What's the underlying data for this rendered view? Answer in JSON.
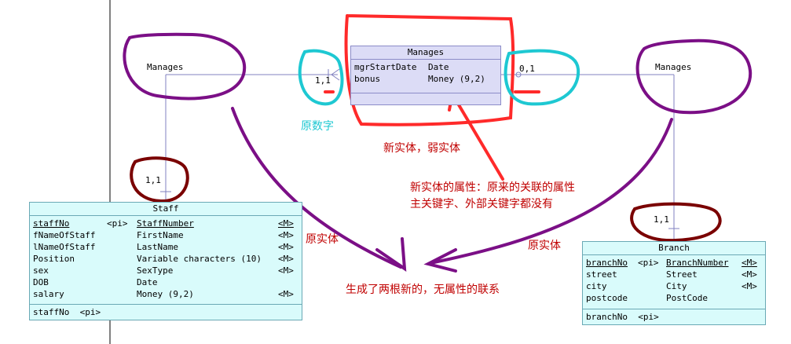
{
  "relationships": {
    "left": "Manages",
    "right": "Manages"
  },
  "cardinalities": {
    "left_entity_side": "1,1",
    "left_manages_side": "1,1",
    "right_manages_side": "0,1",
    "right_branch_side": "1,1"
  },
  "manages_entity": {
    "title": "Manages",
    "attributes": [
      {
        "name": "mgrStartDate",
        "type": "Date"
      },
      {
        "name": "bonus",
        "type": "Money (9,2)"
      }
    ]
  },
  "staff_entity": {
    "title": "Staff",
    "attributes": [
      {
        "name": "staffNo",
        "pi": "<pi>",
        "type": "StaffNumber",
        "m": "<M>"
      },
      {
        "name": "fNameOfStaff",
        "pi": "",
        "type": "FirstName",
        "m": "<M>"
      },
      {
        "name": "lNameOfStaff",
        "pi": "",
        "type": "LastName",
        "m": "<M>"
      },
      {
        "name": "Position",
        "pi": "",
        "type": "Variable characters (10)",
        "m": "<M>"
      },
      {
        "name": "sex",
        "pi": "",
        "type": "SexType",
        "m": "<M>"
      },
      {
        "name": "DOB",
        "pi": "",
        "type": "Date",
        "m": ""
      },
      {
        "name": "salary",
        "pi": "",
        "type": "Money (9,2)",
        "m": "<M>"
      }
    ],
    "identifier": "staffNo  <pi>"
  },
  "branch_entity": {
    "title": "Branch",
    "attributes": [
      {
        "name": "branchNo",
        "pi": "<pi>",
        "type": "BranchNumber",
        "m": "<M>"
      },
      {
        "name": "street",
        "pi": "",
        "type": "Street",
        "m": "<M>"
      },
      {
        "name": "city",
        "pi": "",
        "type": "City",
        "m": "<M>"
      },
      {
        "name": "postcode",
        "pi": "",
        "type": "PostCode",
        "m": ""
      }
    ],
    "identifier": "branchNo  <pi>"
  },
  "annotations": {
    "original_number": "原数字",
    "new_entity": "新实体，弱实体",
    "new_entity_attr_line1": "新实体的属性：原来的关联的属性",
    "new_entity_attr_line2": "主关键字、外部关键字都没有",
    "original_entity_left": "原实体",
    "original_entity_right": "原实体",
    "result": "生成了两根新的，无属性的联系"
  },
  "colors": {
    "purple_marker": "#7b0f86",
    "red_marker": "#ff2a2a",
    "cyan_marker": "#1ec8d2",
    "darkred_marker": "#7a0000",
    "annotation_red": "#c00000",
    "entity_fill": "#d9fbfb",
    "manages_fill": "#dcdcf6"
  }
}
